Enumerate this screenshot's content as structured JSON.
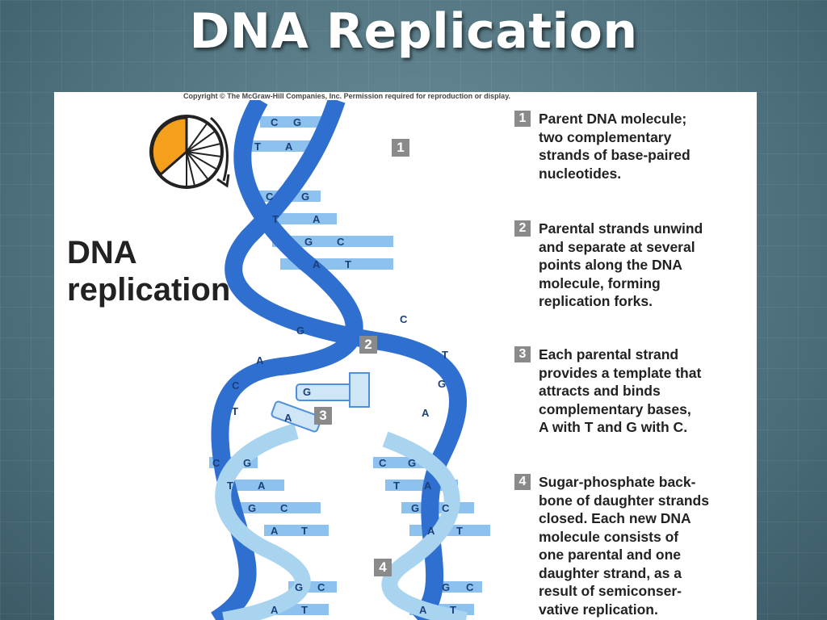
{
  "slide_title": "DNA Replication",
  "figure": {
    "copyright": "Copyright © The McGraw-Hill Companies, Inc. Permission required for reproduction or display.",
    "main_label_line1": "DNA",
    "main_label_line2": "replication",
    "markers": [
      "1",
      "2",
      "3",
      "4"
    ],
    "steps": [
      {
        "num": "1",
        "text": "Parent DNA molecule;\ntwo complementary\nstrands of base-paired\nnucleotides."
      },
      {
        "num": "2",
        "text": "Parental strands unwind\nand separate at several\npoints along the DNA\nmolecule, forming\nreplication forks."
      },
      {
        "num": "3",
        "text": "Each parental strand\nprovides a template that\nattracts and binds\ncomplementary bases,\nA with T and G with C."
      },
      {
        "num": "4",
        "text": "Sugar-phosphate back-\nbone of daughter strands\nclosed. Each new DNA\nmolecule consists of\none parental and one\ndaughter strand, as a\nresult of semiconser-\nvative replication."
      }
    ],
    "base_pairs": {
      "top": [
        [
          "C",
          "G"
        ],
        [
          "T",
          "A"
        ],
        [
          "C",
          "G"
        ],
        [
          "T",
          "A"
        ],
        [
          "G",
          "C"
        ],
        [
          "A",
          "T"
        ]
      ],
      "fork_left": [
        "G",
        "A",
        "C",
        "T"
      ],
      "fork_right": [
        "C",
        "T",
        "G",
        "A"
      ],
      "free_bases": [
        "G",
        "A"
      ],
      "left_daughter": [
        [
          "C",
          "G"
        ],
        [
          "T",
          "A"
        ],
        [
          "G",
          "C"
        ],
        [
          "A",
          "T"
        ],
        [
          "G",
          "C"
        ],
        [
          "A",
          "T"
        ]
      ],
      "right_daughter": [
        [
          "C",
          "G"
        ],
        [
          "T",
          "A"
        ],
        [
          "G",
          "C"
        ],
        [
          "A",
          "T"
        ],
        [
          "G",
          "C"
        ],
        [
          "A",
          "T"
        ]
      ]
    },
    "colors": {
      "strand_dark": "#2f6fd0",
      "strand_light": "#a9d4f0",
      "base_fill": "#4f8fdc",
      "accent_orange": "#f4a01c"
    }
  }
}
